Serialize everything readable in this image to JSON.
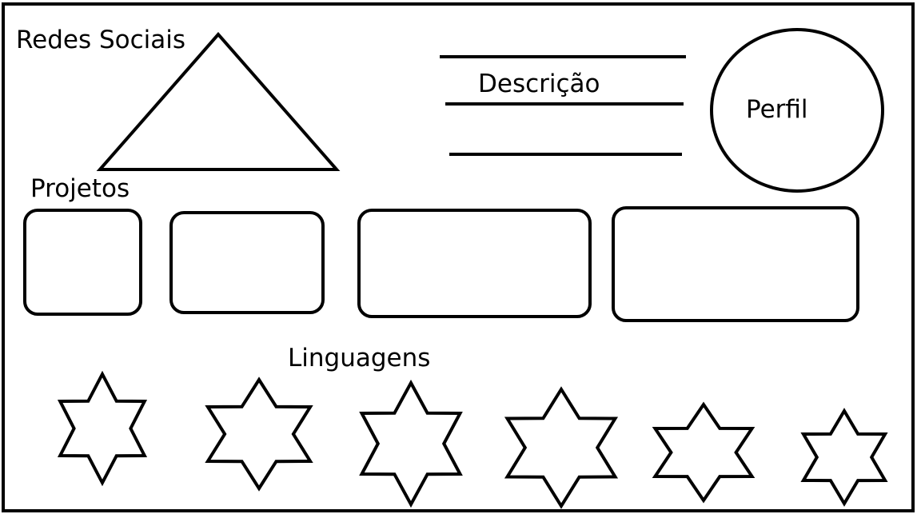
{
  "labels": {
    "social": "Redes Sociais",
    "description": "Descrição",
    "profile": "Perfil",
    "projects": "Projetos",
    "languages": "Linguagens"
  },
  "colors": {
    "stroke": "#000000",
    "background": "#ffffff"
  },
  "shapes": {
    "social_shape": "triangle",
    "description_lines": 3,
    "profile_shape": "circle",
    "project_cards": 4,
    "language_icons": 6,
    "language_icon_shape": "six-point-star-icon"
  }
}
